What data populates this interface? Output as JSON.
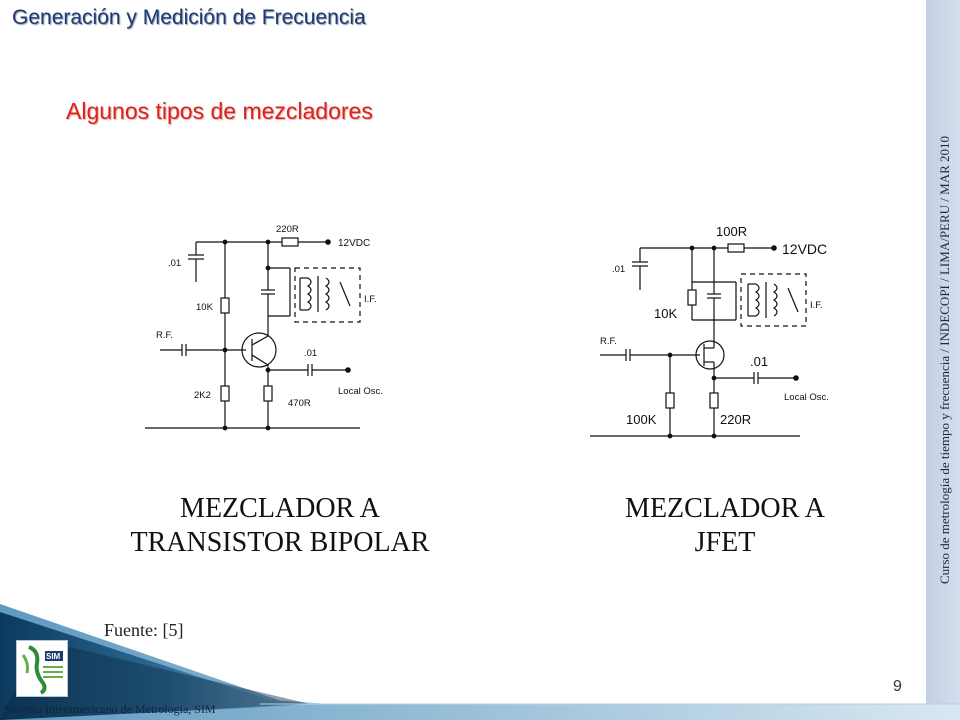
{
  "header": {
    "title": "Generación y Medición de Frecuencia"
  },
  "slide": {
    "subtitle": "Algunos tipos de mezcladores"
  },
  "sidebar": {
    "vertical_text": "Curso de metrología de tiempo y frecuencia / INDECOPI / LIMA/PERU / MAR 2010"
  },
  "circuits": {
    "bipolar": {
      "caption_line1": "MEZCLADOR A",
      "caption_line2": "TRANSISTOR BIPOLAR",
      "labels": {
        "r_top": "220R",
        "vcc": "12VDC",
        "c_left": ".01",
        "r_bias_top": "10K",
        "rf": "R.F.",
        "if": "I.F.",
        "c_osc": ".01",
        "r_bias_bottom": "2K2",
        "r_emitter": "470R",
        "osc": "Local Osc."
      }
    },
    "jfet": {
      "caption_line1": "MEZCLADOR A",
      "caption_line2": "JFET",
      "labels": {
        "r_top": "100R",
        "vcc": "12VDC",
        "c_left": ".01",
        "r_drain": "10K",
        "rf": "R.F.",
        "if": "I.F.",
        "c_osc": ".01",
        "r_gate": "100K",
        "r_source": "220R",
        "osc": "Local Osc."
      }
    }
  },
  "source": {
    "text": "Fuente: [5]"
  },
  "footer": {
    "page_number": "9",
    "organization": "Sistema Interamericano de Metrologia, SIM",
    "logo_text": "SIM",
    "colors": {
      "accent_dark": "#0c3a5e",
      "accent_light": "#9cc4dc",
      "title": "#1f3a6e",
      "subtitle": "#e0201a"
    }
  }
}
